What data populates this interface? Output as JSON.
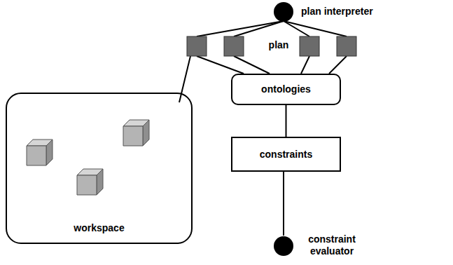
{
  "diagram": {
    "nodes": [
      {
        "text": [
          "plan interpreter"
        ]
      },
      {
        "text": [
          "workspace"
        ]
      },
      {
        "text": [
          "ontologies"
        ]
      },
      {
        "text": [
          "constraints"
        ]
      },
      {
        "text": [
          "constraint evaluator"
        ]
      }
    ],
    "edges": [
      {
        "from": 2,
        "to": 3,
        "arrow": "none"
      },
      {
        "from": 3,
        "to": 4,
        "arrow": "none"
      }
    ],
    "labels": [
      "plan"
    ]
  }
}
